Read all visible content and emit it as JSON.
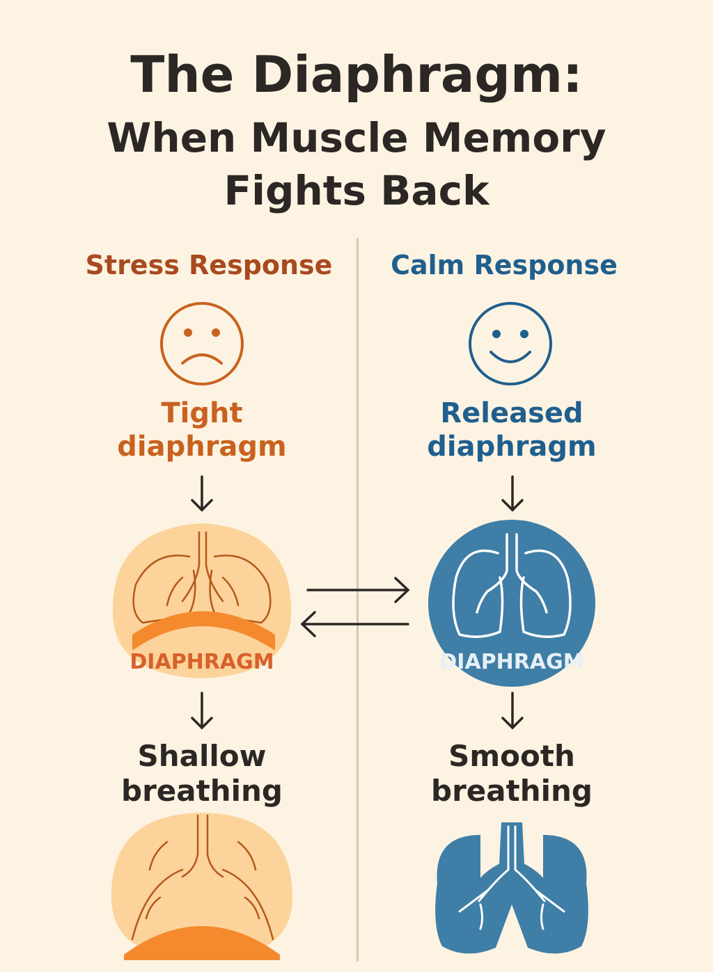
{
  "title": {
    "line1": "The Diaphragm:",
    "line2": "When Muscle Memory",
    "line3": "Fights Back"
  },
  "stress": {
    "heading": "Stress Response",
    "face_icon": "sad-face-icon",
    "top_label_line1": "Tight",
    "top_label_line2": "diaphragm",
    "diaphragm_label": "DIAPHRAGM",
    "bottom_label_line1": "Shallow",
    "bottom_label_line2": "breathing",
    "color": "#c8621e"
  },
  "calm": {
    "heading": "Calm Response",
    "face_icon": "smiley-face-icon",
    "top_label_line1": "Released",
    "top_label_line2": "diaphragm",
    "diaphragm_label": "DIAPHRAGM",
    "bottom_label_line1": "Smooth",
    "bottom_label_line2": "breathing",
    "color": "#1f5f8e"
  }
}
